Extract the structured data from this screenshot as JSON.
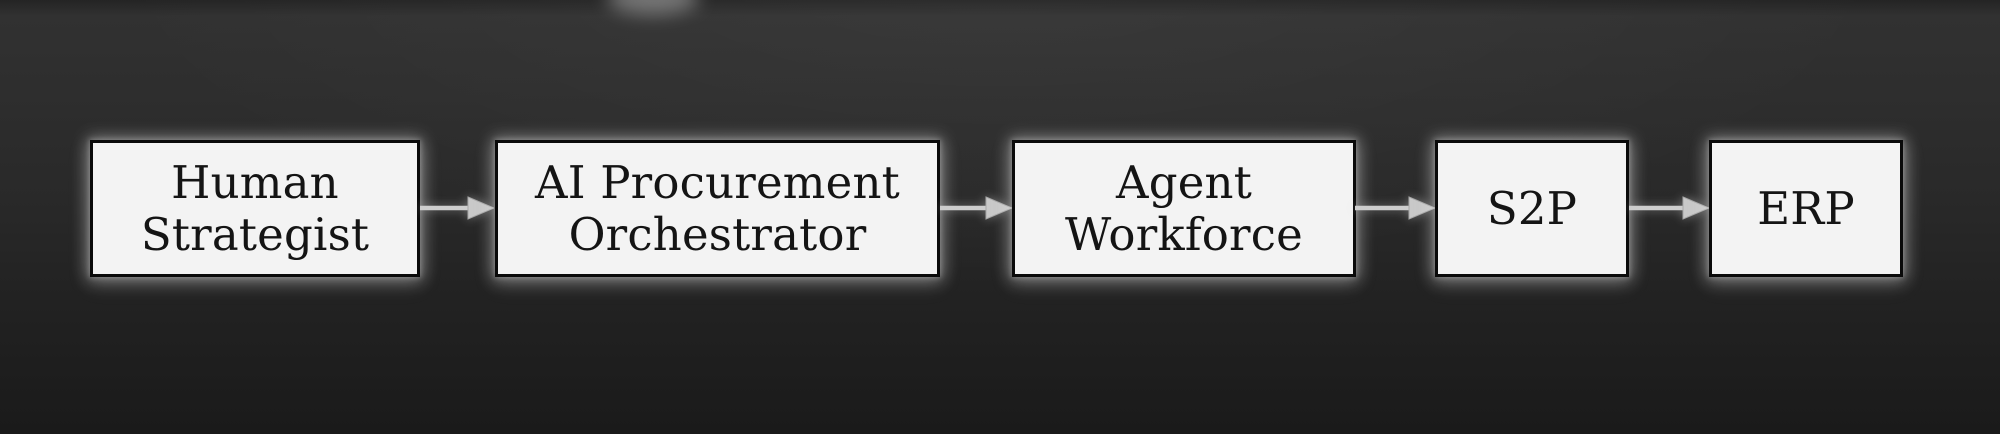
{
  "diagram": {
    "type": "flowchart",
    "direction": "left-to-right",
    "nodes": [
      {
        "id": "human-strategist",
        "label": "Human Strategist"
      },
      {
        "id": "ai-procurement-orchestrator",
        "label": "AI Procurement Orchestrator"
      },
      {
        "id": "agent-workforce",
        "label": "Agent Workforce"
      },
      {
        "id": "s2p",
        "label": "S2P"
      },
      {
        "id": "erp",
        "label": "ERP"
      }
    ],
    "edges": [
      {
        "from": "Human Strategist",
        "to": "AI Procurement Orchestrator"
      },
      {
        "from": "AI Procurement Orchestrator",
        "to": "Agent Workforce"
      },
      {
        "from": "Agent Workforce",
        "to": "S2P"
      },
      {
        "from": "S2P",
        "to": "ERP"
      }
    ],
    "colors": {
      "background_top": "#2f2f2f",
      "background_bottom": "#1a1a1a",
      "node_fill": "#f3f3f3",
      "node_border": "#0a0a0a",
      "node_text": "#141414",
      "arrow": "#cccccc"
    }
  }
}
